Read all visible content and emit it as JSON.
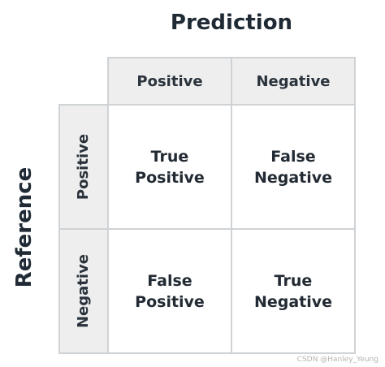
{
  "titles": {
    "top": "Prediction",
    "left": "Reference"
  },
  "columns": [
    "Positive",
    "Negative"
  ],
  "rows": [
    "Positive",
    "Negative"
  ],
  "cells": [
    [
      {
        "line1": "True",
        "line2": "Positive"
      },
      {
        "line1": "False",
        "line2": "Negative"
      }
    ],
    [
      {
        "line1": "False",
        "line2": "Positive"
      },
      {
        "line1": "True",
        "line2": "Negative"
      }
    ]
  ],
  "watermark": "CSDN @Hanley_Yeung",
  "colors": {
    "header_bg": "#eeeeee",
    "border": "#cfd3d6",
    "text": "#222a33"
  }
}
